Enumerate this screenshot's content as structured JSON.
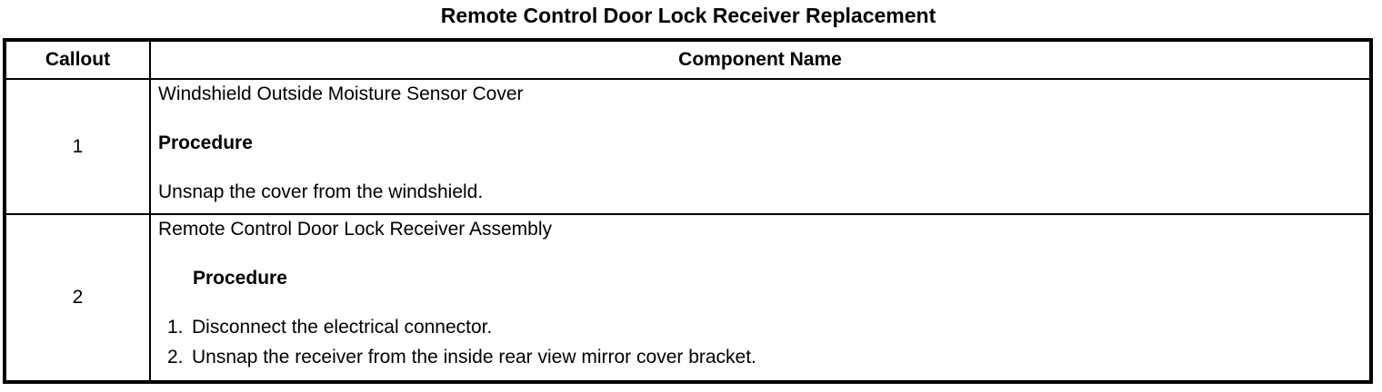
{
  "title": "Remote Control Door Lock Receiver Replacement",
  "table": {
    "headers": {
      "callout": "Callout",
      "component": "Component Name"
    },
    "rows": [
      {
        "callout": "1",
        "component": "Windshield Outside Moisture Sensor Cover",
        "procedure_label": "Procedure",
        "instruction": "Unsnap the cover from the windshield."
      },
      {
        "callout": "2",
        "component": "Remote Control Door Lock Receiver Assembly",
        "procedure_label": "Procedure",
        "steps": [
          {
            "number": "1.",
            "text": "Disconnect the electrical connector."
          },
          {
            "number": "2.",
            "text": "Unsnap the receiver from the inside rear view mirror cover bracket."
          }
        ]
      }
    ]
  },
  "colors": {
    "text": "#000000",
    "border": "#000000",
    "background": "#ffffff"
  }
}
